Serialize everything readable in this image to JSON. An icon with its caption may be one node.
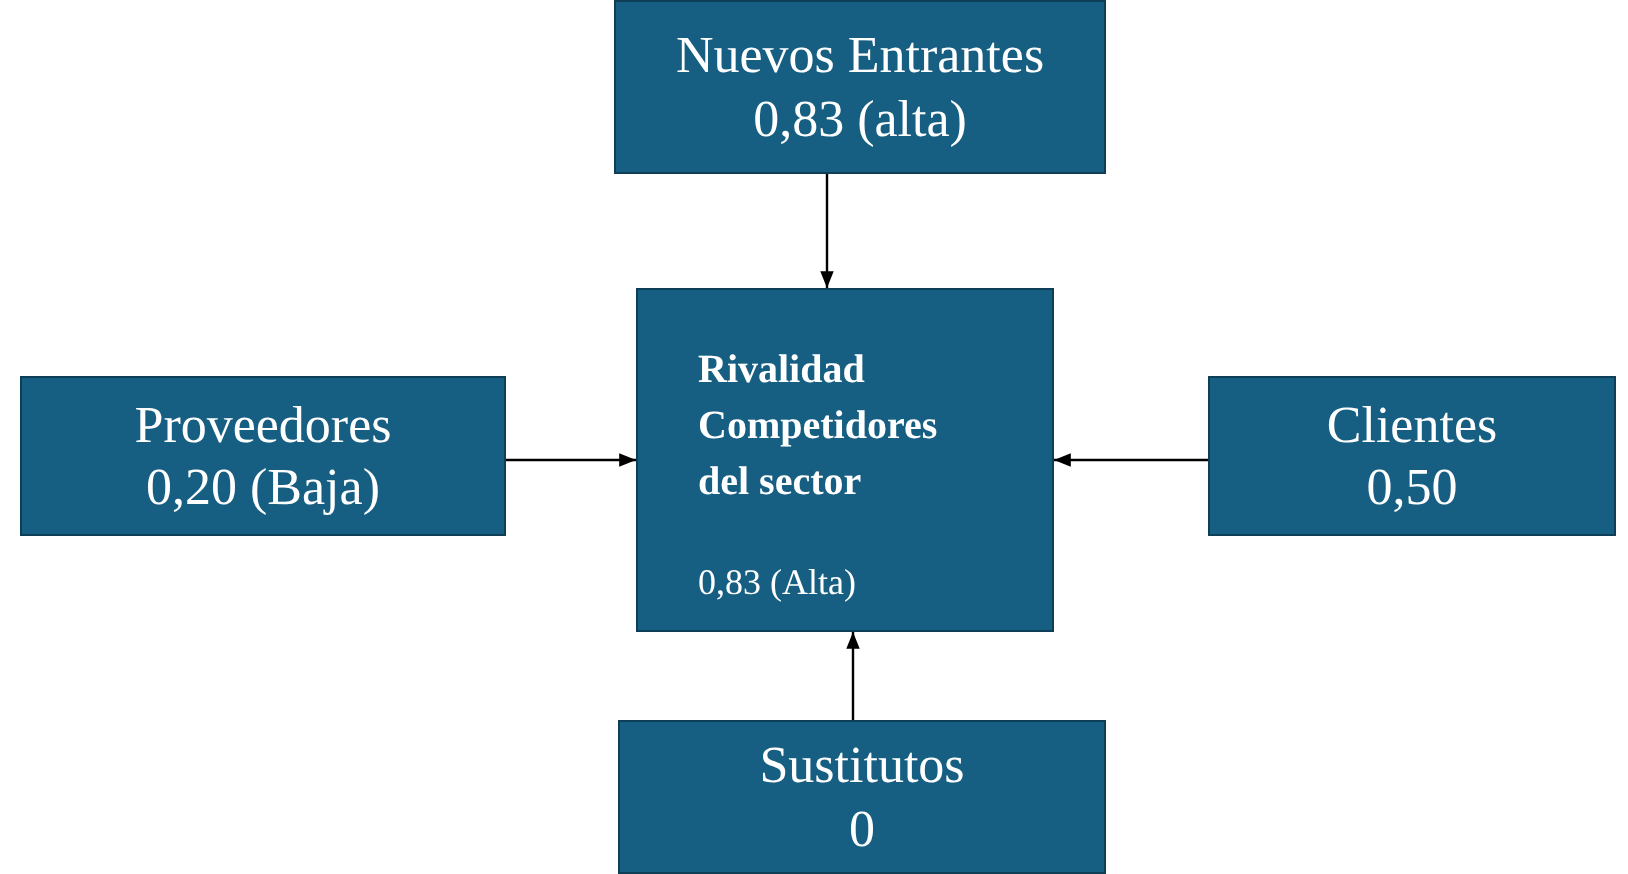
{
  "diagram": {
    "nodes": [
      {
        "text": [
          "Nuevos Entrantes",
          "0,83 (alta)"
        ]
      },
      {
        "text": [
          "Proveedores",
          "0,20 (Baja)"
        ]
      },
      {
        "text": [
          "Rivalidad Competidores del sector",
          "0,83 (Alta)"
        ]
      },
      {
        "text": [
          "Clientes",
          "0,50"
        ]
      },
      {
        "text": [
          "Sustitutos",
          "0"
        ]
      }
    ],
    "edges": [
      {
        "from": 0,
        "to": 2,
        "arrow": "to"
      },
      {
        "from": 1,
        "to": 2,
        "arrow": "to"
      },
      {
        "from": 3,
        "to": 2,
        "arrow": "to"
      },
      {
        "from": 4,
        "to": 2,
        "arrow": "to"
      }
    ]
  }
}
